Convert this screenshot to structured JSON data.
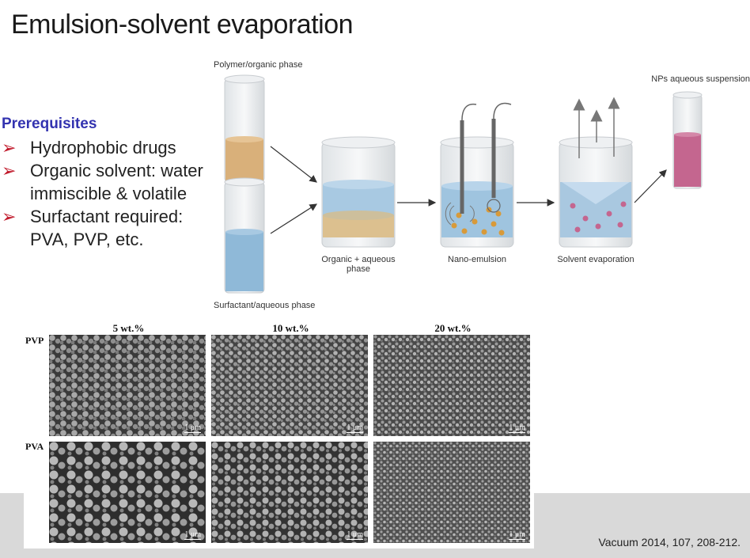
{
  "title": "Emulsion-solvent evaporation",
  "prerequisites": {
    "heading": "Prerequisites",
    "items": [
      {
        "line1": "Hydrophobic drugs",
        "line2": ""
      },
      {
        "line1": "Organic solvent: water",
        "line2": "immiscible & volatile"
      },
      {
        "line1": "Surfactant required:",
        "line2": "PVA, PVP, etc."
      }
    ]
  },
  "diagram": {
    "label_polymer_phase": "Polymer/organic phase",
    "label_surfactant_phase": "Surfactant/aqueous phase",
    "label_organic_aqueous_1": "Organic + aqueous",
    "label_organic_aqueous_2": "phase",
    "label_nano_emulsion": "Nano-emulsion",
    "label_solvent_evaporation": "Solvent evaporation",
    "label_nps_suspension": "NPs aqueous suspension",
    "colors": {
      "organic": "#d9b07a",
      "aqueous": "#8fb9d8",
      "nps": "#c4668f",
      "droplet": "#d89a3a"
    }
  },
  "sem": {
    "columns": [
      "5 wt.%",
      "10 wt.%",
      "20 wt.%"
    ],
    "rows": [
      "PVP",
      "PVA"
    ],
    "scale_label": "1 μm"
  },
  "citation": "Vacuum 2014, 107, 208-212."
}
